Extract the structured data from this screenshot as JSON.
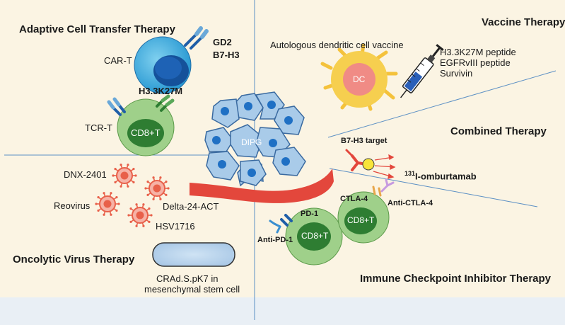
{
  "sections": {
    "adaptive": "Adaptive Cell Transfer Therapy",
    "vaccine": "Vaccine Therapy",
    "combined": "Combined Therapy",
    "oncolytic": "Oncolytic Virus Therapy",
    "checkpoint": "Immune Checkpoint Inhibitor Therapy"
  },
  "adaptive": {
    "car_t": "CAR-T",
    "gd2": "GD2",
    "b7h3": "B7-H3",
    "h3k27m": "H3.3K27M",
    "tcr_t": "TCR-T",
    "cd8_t": "CD8+T"
  },
  "vaccine": {
    "dc_label": "Autologous dendritic cell vaccine",
    "dc": "DC",
    "peptides": [
      "H3.3K27M peptide",
      "EGFRvIII peptide",
      "Survivin"
    ]
  },
  "tumor": {
    "label": "DIPG"
  },
  "combined": {
    "target": "B7-H3 target",
    "drug_sup": "131",
    "drug": "I-omburtamab"
  },
  "oncolytic": {
    "viruses": [
      "DNX-2401",
      "Reovirus",
      "Delta-24-ACT",
      "HSV1716"
    ],
    "msc_label_1": "CRAd.S.pK7 in",
    "msc_label_2": "mesenchymal stem cell"
  },
  "checkpoint": {
    "pd1": "PD-1",
    "anti_pd1": "Anti-PD-1",
    "ctla4": "CTLA-4",
    "anti_ctla4": "Anti-CTLA-4",
    "cd8_t": "CD8+T"
  },
  "colors": {
    "background": "#fbf4e3",
    "divider": "#5b8fc4",
    "cell_blue": "#2a80c8",
    "cell_green": "#9fd08a",
    "nucleus_green": "#2e7d32",
    "virus": "#e8604a",
    "vessel": "#e3473c",
    "dc": "#f4c23c"
  }
}
